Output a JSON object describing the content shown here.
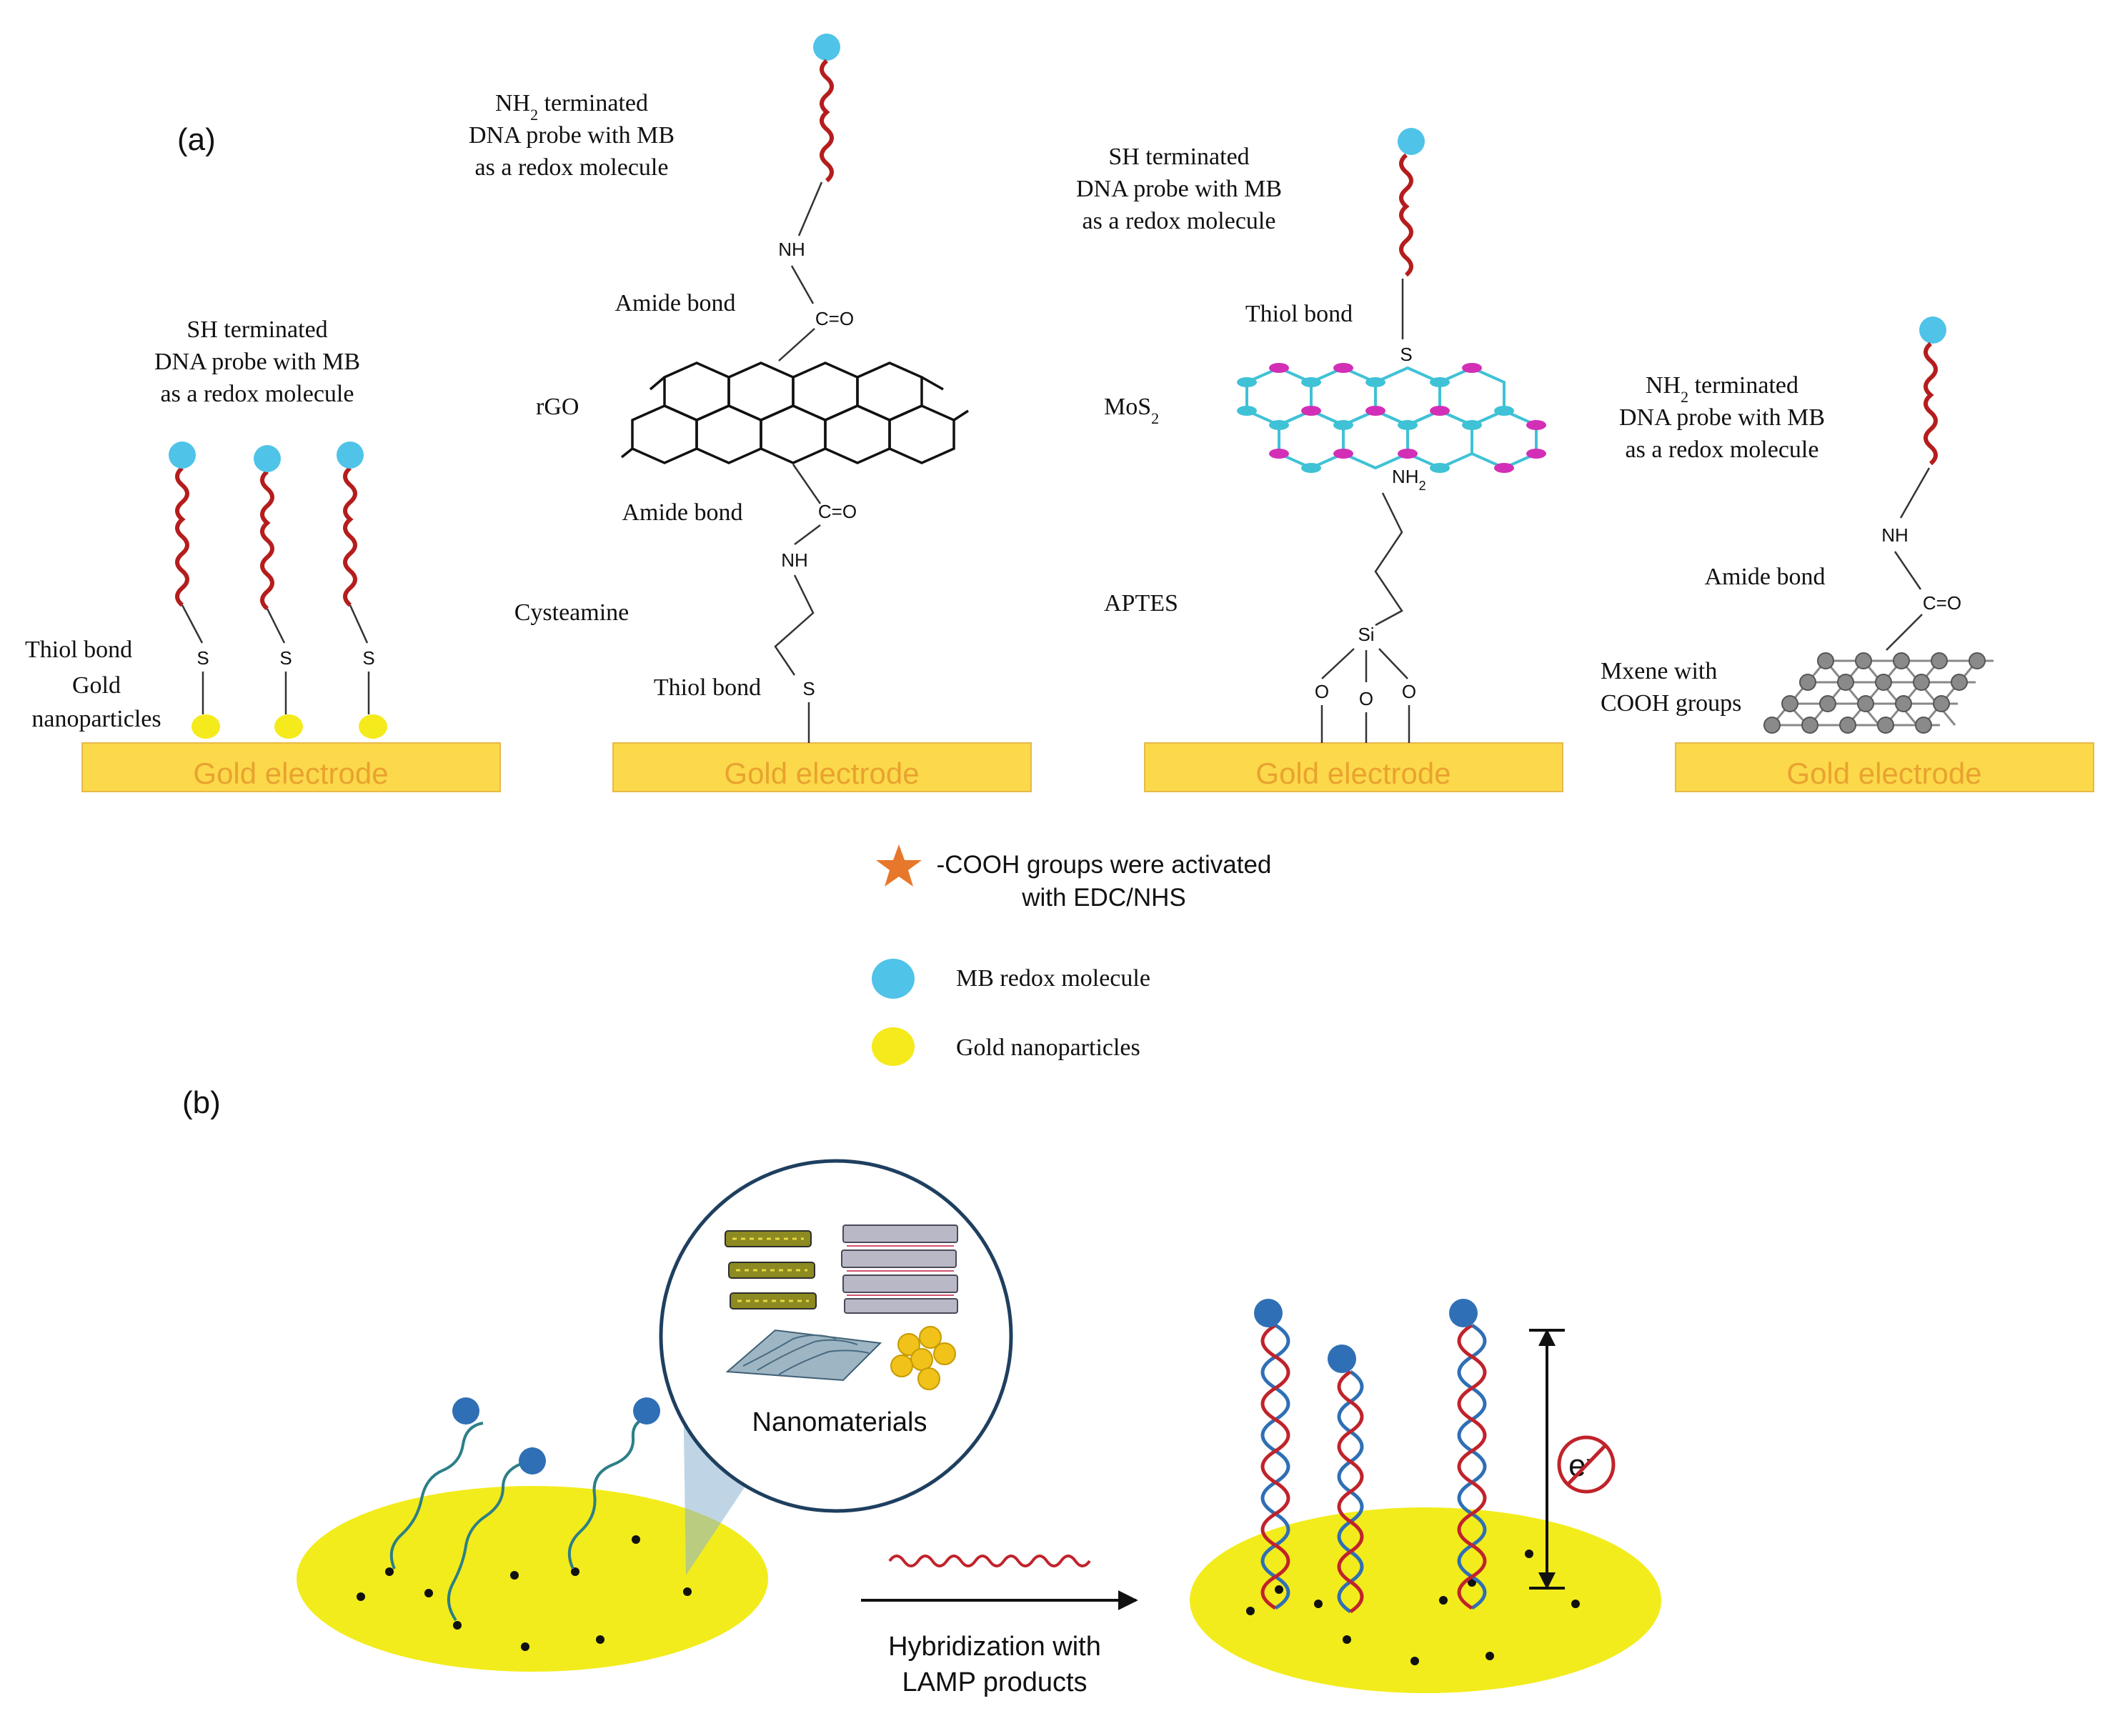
{
  "panel_a": {
    "panel_label": "(a)",
    "electrode_label": "Gold electrode",
    "col1": {
      "probe_line1": "SH terminated",
      "probe_line2": "DNA probe with MB",
      "probe_line3": "as a redox molecule",
      "thiol": "Thiol bond",
      "gold_np_1": "Gold",
      "gold_np_2": "nanoparticles",
      "s": "S"
    },
    "col2": {
      "probe_sub": "2",
      "probe_line1_a": "NH",
      "probe_line1_b": " terminated",
      "probe_line2": "DNA probe with MB",
      "probe_line3": "as a redox molecule",
      "nh": "NH",
      "amide1": "Amide bond",
      "co": "C=O",
      "rgo": "rGO",
      "amide2": "Amide bond",
      "cysteamine": "Cysteamine",
      "thiol": "Thiol bond",
      "s": "S"
    },
    "col3": {
      "probe_line1": "SH terminated",
      "probe_line2": "DNA probe with MB",
      "probe_line3": "as a redox molecule",
      "thiol": "Thiol bond",
      "s": "S",
      "mos2_a": "MoS",
      "mos2_sub": "2",
      "nh2_a": "NH",
      "nh2_sub": "2",
      "aptes": "APTES",
      "si": "Si",
      "o": "O"
    },
    "col4": {
      "probe_line1_a": "NH",
      "probe_sub": "2",
      "probe_line1_b": " terminated",
      "probe_line2": "DNA probe with MB",
      "probe_line3": "as a redox molecule",
      "nh": "NH",
      "amide": "Amide bond",
      "co": "C=O",
      "mxene1": "Mxene with",
      "mxene2": "COOH groups"
    }
  },
  "legend": {
    "star_line1": "-COOH groups were activated",
    "star_line2": "with EDC/NHS",
    "mb": "MB redox molecule",
    "gold": "Gold nanoparticles"
  },
  "panel_b": {
    "panel_label": "(b)",
    "nanomaterials": "Nanomaterials",
    "hyb1": "Hybridization with",
    "hyb2": "LAMP products",
    "electron": "e",
    "electron_sup": "-"
  },
  "colors": {
    "mb_blue": "#4fc3e8",
    "dna_red": "#b51d1d",
    "electrode_fill": "#fcd94a",
    "electrode_text": "#e9a230",
    "gold_np": "#f5ea1b",
    "disc_yellow": "#f2ec1c",
    "probe_blue_b": "#2f6fb5",
    "probe_teal_b": "#2d7f87",
    "mos2_cyan": "#3fc2d6",
    "mos2_magenta": "#d22fb6",
    "star_orange": "#e7772a"
  }
}
